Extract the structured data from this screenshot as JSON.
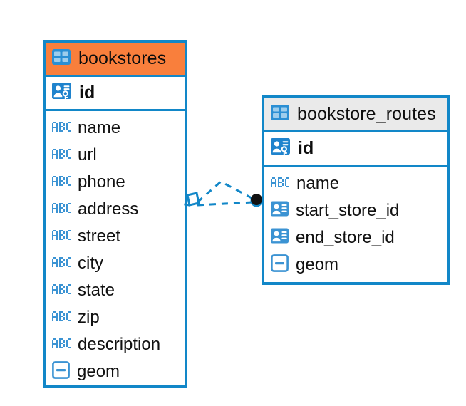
{
  "diagram": {
    "type": "entity-relationship-diagram",
    "background": "#ffffff",
    "accent_color": "#1287c8",
    "highlight_color": "#f97f3c",
    "neutral_header_color": "#eaeaea",
    "text_color": "#111111"
  },
  "entities": [
    {
      "name": "bookstores",
      "header_style": "accent",
      "primary_key": {
        "label": "id",
        "icon": "primary-key-icon"
      },
      "fields": [
        {
          "label": "name",
          "icon": "abc-text-icon"
        },
        {
          "label": "url",
          "icon": "abc-text-icon"
        },
        {
          "label": "phone",
          "icon": "abc-text-icon"
        },
        {
          "label": "address",
          "icon": "abc-text-icon"
        },
        {
          "label": "street",
          "icon": "abc-text-icon"
        },
        {
          "label": "city",
          "icon": "abc-text-icon"
        },
        {
          "label": "state",
          "icon": "abc-text-icon"
        },
        {
          "label": "zip",
          "icon": "abc-text-icon"
        },
        {
          "label": "description",
          "icon": "abc-text-icon"
        },
        {
          "label": "geom",
          "icon": "geometry-icon"
        }
      ]
    },
    {
      "name": "bookstore_routes",
      "header_style": "neutral",
      "primary_key": {
        "label": "id",
        "icon": "primary-key-icon"
      },
      "fields": [
        {
          "label": "name",
          "icon": "abc-text-icon"
        },
        {
          "label": "start_store_id",
          "icon": "foreign-key-icon"
        },
        {
          "label": "end_store_id",
          "icon": "foreign-key-icon"
        },
        {
          "label": "geom",
          "icon": "geometry-icon"
        }
      ]
    }
  ],
  "relationship": {
    "source": "bookstores",
    "target": "bookstore_routes",
    "line_style": "dashed",
    "source_marker": "diamond-marker",
    "target_marker": "filled-circle-marker",
    "color": "#1287c8"
  }
}
